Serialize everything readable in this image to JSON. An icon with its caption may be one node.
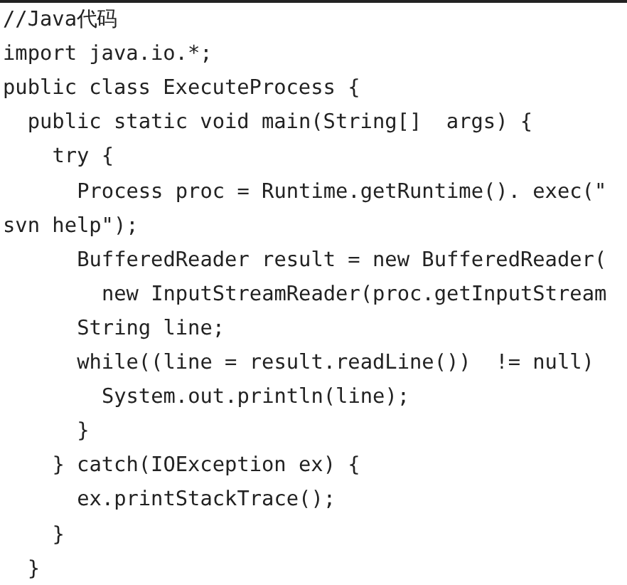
{
  "diagram": {
    "labels": [
      "//Java代码",
      "import java.io.*;",
      "public class ExecuteProcess {",
      "public static void main(String[]  args) {",
      "try {",
      "Process proc = Runtime.getRuntime(). exec(\"",
      "svn help\");",
      "BufferedReader result = new BufferedReader(",
      "new InputStreamReader(proc.getInputStream",
      "String line;",
      "while((line = result.readLine())  != null)",
      "System.out.println(line);",
      "}",
      "} catch(IOException ex) {",
      "ex.printStackTrace();",
      "}",
      "}"
    ]
  }
}
